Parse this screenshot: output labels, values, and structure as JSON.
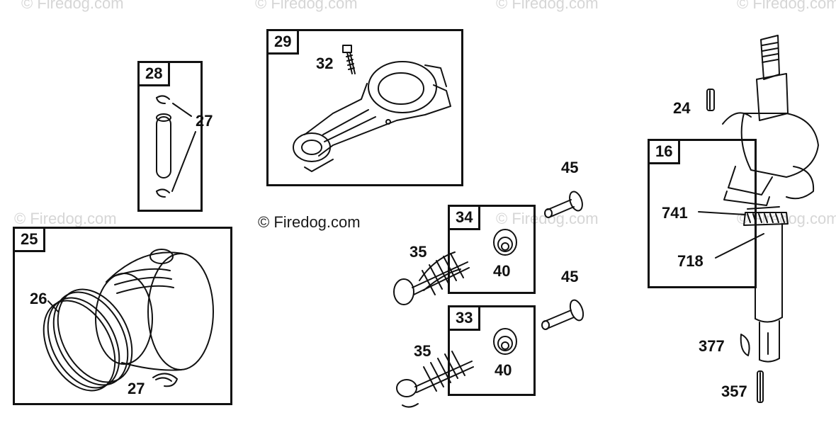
{
  "watermark_text": "© Firedog.com",
  "copyright": "© Firedog.com",
  "groups": [
    {
      "id": "g28",
      "number": "28"
    },
    {
      "id": "g29",
      "number": "29"
    },
    {
      "id": "g25",
      "number": "25"
    },
    {
      "id": "g34",
      "number": "34"
    },
    {
      "id": "g33",
      "number": "33"
    },
    {
      "id": "g16",
      "number": "16"
    }
  ],
  "callouts": {
    "c27a": "27",
    "c32": "32",
    "c45a": "45",
    "c45b": "45",
    "c26": "26",
    "c27b": "27",
    "c35a": "35",
    "c40a": "40",
    "c35b": "35",
    "c40b": "40",
    "c24": "24",
    "c741": "741",
    "c718": "718",
    "c377": "377",
    "c357": "357"
  },
  "colors": {
    "line": "#111111",
    "watermark": "#d6d6d6",
    "background": "#ffffff"
  }
}
